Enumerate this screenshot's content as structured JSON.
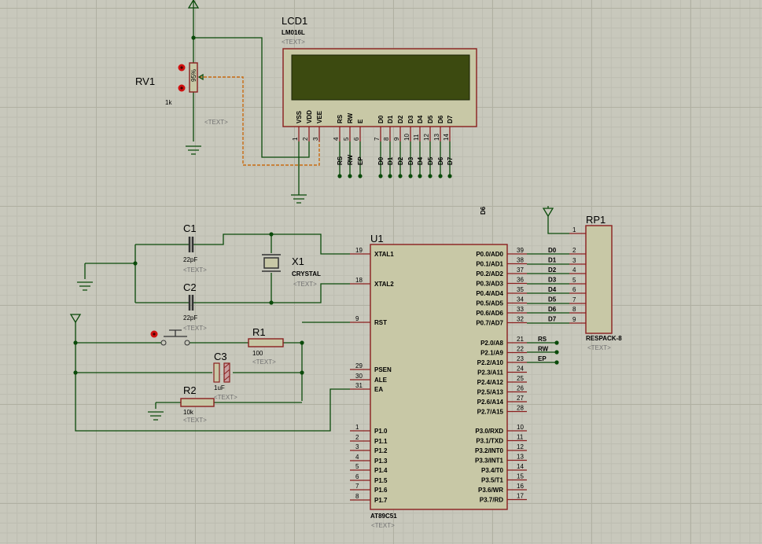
{
  "colors": {
    "wire": "#0a4a0a",
    "pin": "#8a1e1e",
    "body": "#c8c8a6",
    "lcd_screen": "#3c4a10",
    "probe": "#d01010",
    "sheet": "#c8c8bc"
  },
  "text_placeholder": "<TEXT>",
  "lcd": {
    "ref": "LCD1",
    "model": "LM016L",
    "pin_names": [
      "VSS",
      "VDD",
      "VEE",
      "RS",
      "RW",
      "E",
      "D0",
      "D1",
      "D2",
      "D3",
      "D4",
      "D5",
      "D6",
      "D7"
    ],
    "pin_numbers": [
      "1",
      "2",
      "3",
      "4",
      "5",
      "6",
      "7",
      "8",
      "9",
      "10",
      "11",
      "12",
      "13",
      "14"
    ],
    "net_labels": [
      "RS",
      "RW",
      "EP",
      "D0",
      "D1",
      "D2",
      "D3",
      "D4",
      "D5",
      "D6",
      "D7"
    ]
  },
  "rv1": {
    "ref": "RV1",
    "value": "1k",
    "wiper": "95%"
  },
  "c1": {
    "ref": "C1",
    "value": "22pF"
  },
  "c2": {
    "ref": "C2",
    "value": "22pF"
  },
  "c3": {
    "ref": "C3",
    "value": "1uF"
  },
  "x1": {
    "ref": "X1",
    "value": "CRYSTAL"
  },
  "r1": {
    "ref": "R1",
    "value": "100"
  },
  "r2": {
    "ref": "R2",
    "value": "10k"
  },
  "stray_label": "D6",
  "u1": {
    "ref": "U1",
    "model": "AT89C51",
    "left_pins": [
      {
        "num": "19",
        "name": "XTAL1"
      },
      {
        "num": "18",
        "name": "XTAL2"
      },
      {
        "num": "9",
        "name": "RST"
      },
      {
        "num": "29",
        "name": "PSEN"
      },
      {
        "num": "30",
        "name": "ALE"
      },
      {
        "num": "31",
        "name": "EA"
      },
      {
        "num": "1",
        "name": "P1.0"
      },
      {
        "num": "2",
        "name": "P1.1"
      },
      {
        "num": "3",
        "name": "P1.2"
      },
      {
        "num": "4",
        "name": "P1.3"
      },
      {
        "num": "5",
        "name": "P1.4"
      },
      {
        "num": "6",
        "name": "P1.5"
      },
      {
        "num": "7",
        "name": "P1.6"
      },
      {
        "num": "8",
        "name": "P1.7"
      }
    ],
    "right_pins": [
      {
        "num": "39",
        "name": "P0.0/AD0",
        "net": "D0"
      },
      {
        "num": "38",
        "name": "P0.1/AD1",
        "net": "D1"
      },
      {
        "num": "37",
        "name": "P0.2/AD2",
        "net": "D2"
      },
      {
        "num": "36",
        "name": "P0.3/AD3",
        "net": "D3"
      },
      {
        "num": "35",
        "name": "P0.4/AD4",
        "net": "D4"
      },
      {
        "num": "34",
        "name": "P0.5/AD5",
        "net": "D5"
      },
      {
        "num": "33",
        "name": "P0.6/AD6",
        "net": "D6"
      },
      {
        "num": "32",
        "name": "P0.7/AD7",
        "net": "D7"
      },
      {
        "num": "21",
        "name": "P2.0/A8",
        "net": "RS"
      },
      {
        "num": "22",
        "name": "P2.1/A9",
        "net": "RW"
      },
      {
        "num": "23",
        "name": "P2.2/A10",
        "net": "EP"
      },
      {
        "num": "24",
        "name": "P2.3/A11",
        "net": ""
      },
      {
        "num": "25",
        "name": "P2.4/A12",
        "net": ""
      },
      {
        "num": "26",
        "name": "P2.5/A13",
        "net": ""
      },
      {
        "num": "27",
        "name": "P2.6/A14",
        "net": ""
      },
      {
        "num": "28",
        "name": "P2.7/A15",
        "net": ""
      },
      {
        "num": "10",
        "name": "P3.0/RXD",
        "net": ""
      },
      {
        "num": "11",
        "name": "P3.1/TXD",
        "net": ""
      },
      {
        "num": "12",
        "name": "P3.2/INT0",
        "net": ""
      },
      {
        "num": "13",
        "name": "P3.3/INT1",
        "net": ""
      },
      {
        "num": "14",
        "name": "P3.4/T0",
        "net": ""
      },
      {
        "num": "15",
        "name": "P3.5/T1",
        "net": ""
      },
      {
        "num": "16",
        "name": "P3.6/WR",
        "net": ""
      },
      {
        "num": "17",
        "name": "P3.7/RD",
        "net": ""
      }
    ]
  },
  "rp1": {
    "ref": "RP1",
    "model": "RESPACK-8",
    "pin_numbers": [
      "1",
      "2",
      "3",
      "4",
      "5",
      "6",
      "7",
      "8",
      "9"
    ]
  }
}
